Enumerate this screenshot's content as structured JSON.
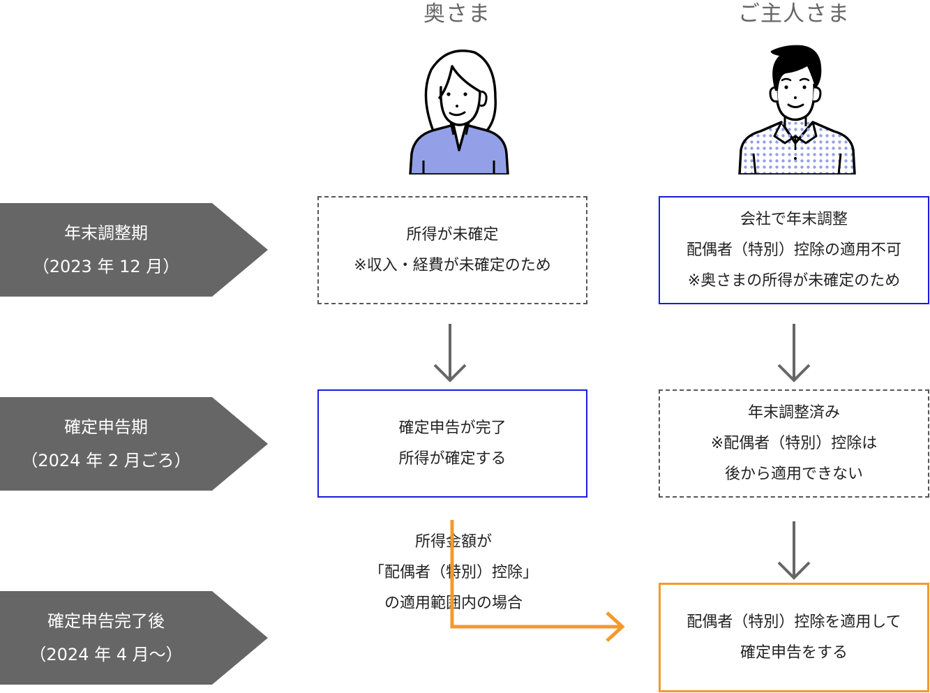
{
  "columns": {
    "wife": {
      "title": "奥さま",
      "avatar": "woman-avatar-icon",
      "shirt_color": "#93a0e8"
    },
    "husband": {
      "title": "ご主人さま",
      "avatar": "man-avatar-icon",
      "shirt_dot_color": "#93a0e8"
    }
  },
  "phases": [
    {
      "label": "年末調整期",
      "period": "（2023 年 12 月）"
    },
    {
      "label": "確定申告期",
      "period": "（2024 年 2 月ごろ）"
    },
    {
      "label": "確定申告完了後",
      "period": "（2024 年 4 月〜）"
    }
  ],
  "wife_boxes": [
    {
      "lines": [
        "所得が未確定",
        "※収入・経費が未確定のため"
      ],
      "style": "dashed"
    },
    {
      "lines": [
        "確定申告が完了",
        "所得が確定する"
      ],
      "style": "solid-blue"
    }
  ],
  "husband_boxes": [
    {
      "lines": [
        "会社で年末調整",
        "配偶者（特別）控除の適用不可",
        "※奥さまの所得が未確定のため"
      ],
      "style": "solid-blue"
    },
    {
      "lines": [
        "年末調整済み",
        "※配偶者（特別）控除は",
        "後から適用できない"
      ],
      "style": "dashed"
    },
    {
      "lines": [
        "配偶者（特別）控除を適用して",
        "確定申告をする"
      ],
      "style": "solid-orange"
    }
  ],
  "condition_note": {
    "lines": [
      "所得金額が",
      "「配偶者（特別）控除」",
      "の適用範囲内の場合"
    ]
  },
  "colors": {
    "phase_bg": "#666666",
    "arrow_gray": "#666666",
    "arrow_orange": "#f39a2a",
    "border_blue": "#1a1adf",
    "border_orange": "#f39a2a",
    "title_gray": "#666666"
  }
}
